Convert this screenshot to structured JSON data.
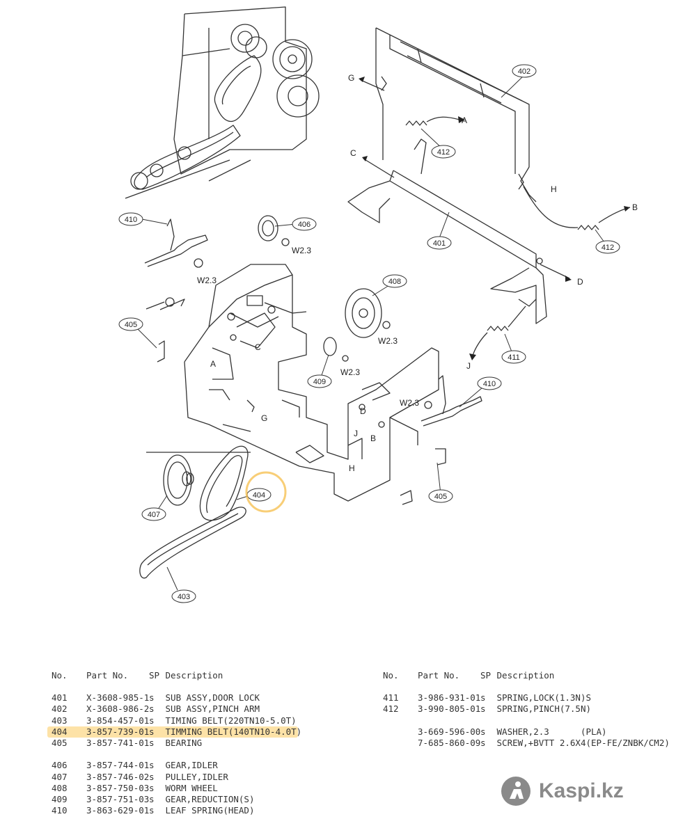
{
  "callouts": {
    "c401": "401",
    "c402": "402",
    "c403": "403",
    "c404": "404",
    "c405a": "405",
    "c405b": "405",
    "c406": "406",
    "c407": "407",
    "c408": "408",
    "c409": "409",
    "c410a": "410",
    "c410b": "410",
    "c411": "411",
    "c412a": "412",
    "c412b": "412"
  },
  "labels": {
    "w1": "W2.3",
    "w2": "W2.3",
    "w3": "W2.3",
    "w4": "W2.3",
    "w5": "W2.3",
    "A1": "A",
    "A2": "A",
    "B1": "B",
    "B2": "B",
    "C1": "C",
    "C2": "C",
    "D1": "D",
    "D2": "D",
    "G1": "G",
    "G2": "G",
    "H1": "H",
    "H2": "H",
    "J1": "J",
    "J2": "J"
  },
  "parts_table": {
    "headers": {
      "no": "No.",
      "part_no": "Part No.",
      "sp": "SP",
      "description": "Description"
    },
    "left_groups": [
      [
        {
          "no": "401",
          "part_no": "X-3608-985-1",
          "sp": "s",
          "description": "SUB ASSY,DOOR LOCK"
        },
        {
          "no": "402",
          "part_no": "X-3608-986-2",
          "sp": "s",
          "description": "SUB ASSY,PINCH ARM"
        },
        {
          "no": "403",
          "part_no": "3-854-457-01",
          "sp": "s",
          "description": "TIMING BELT(220TN10-5.0T)"
        },
        {
          "no": "404",
          "part_no": "3-857-739-01",
          "sp": "s",
          "description": "TIMMING BELT(140TN10-4.0T)"
        },
        {
          "no": "405",
          "part_no": "3-857-741-01",
          "sp": "s",
          "description": "BEARING"
        }
      ],
      [
        {
          "no": "406",
          "part_no": "3-857-744-01",
          "sp": "s",
          "description": "GEAR,IDLER"
        },
        {
          "no": "407",
          "part_no": "3-857-746-02",
          "sp": "s",
          "description": "PULLEY,IDLER"
        },
        {
          "no": "408",
          "part_no": "3-857-750-03",
          "sp": "s",
          "description": "WORM WHEEL"
        },
        {
          "no": "409",
          "part_no": "3-857-751-03",
          "sp": "s",
          "description": "GEAR,REDUCTION(S)"
        },
        {
          "no": "410",
          "part_no": "3-863-629-01",
          "sp": "s",
          "description": "LEAF SPRING(HEAD)"
        }
      ]
    ],
    "right_groups": [
      [
        {
          "no": "411",
          "part_no": "3-986-931-01",
          "sp": "s",
          "description": "SPRING,LOCK(1.3N)S"
        },
        {
          "no": "412",
          "part_no": "3-990-805-01",
          "sp": "s",
          "description": "SPRING,PINCH(7.5N)"
        }
      ],
      [
        {
          "no": "",
          "part_no": "3-669-596-00",
          "sp": "s",
          "description": "WASHER,2.3      (PLA)"
        },
        {
          "no": "",
          "part_no": "7-685-860-09",
          "sp": "s",
          "description": "SCREW,+BVTT 2.6X4(EP-FE/ZNBK/CM2)"
        }
      ]
    ]
  },
  "brand": {
    "name": "Kaspi.kz",
    "logo_icon": "kaspi-logo-icon"
  },
  "colors": {
    "highlight": "#f5be4a",
    "brand_grey": "#8a8a8a",
    "line": "#333333"
  }
}
